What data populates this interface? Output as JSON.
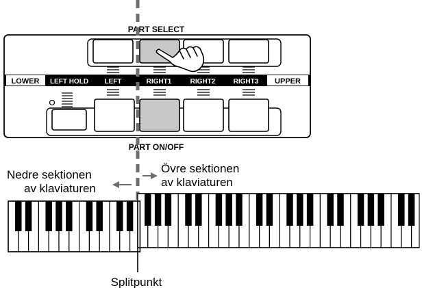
{
  "panel": {
    "part_select_label": "PART SELECT",
    "part_onoff_label": "PART ON/OFF",
    "strip_labels": {
      "lower": "LOWER",
      "left_hold": "LEFT HOLD",
      "left": "LEFT",
      "right1": "RIGHT1",
      "right2": "RIGHT2",
      "right3": "RIGHT3",
      "upper": "UPPER"
    },
    "selected_part": "RIGHT1",
    "highlight_color": "#c8c8c8"
  },
  "keyboard": {
    "lower_section_label_line1": "Nedre sektionen",
    "lower_section_label_line2": "av klaviaturen",
    "upper_section_label_line1": "Övre sektionen",
    "upper_section_label_line2": "av klaviaturen",
    "split_point_label": "Splitpunkt"
  },
  "icons": {
    "pointer": "hand-pointer-icon",
    "left_arrow": "arrow-left-icon",
    "right_arrow": "arrow-right-icon"
  }
}
